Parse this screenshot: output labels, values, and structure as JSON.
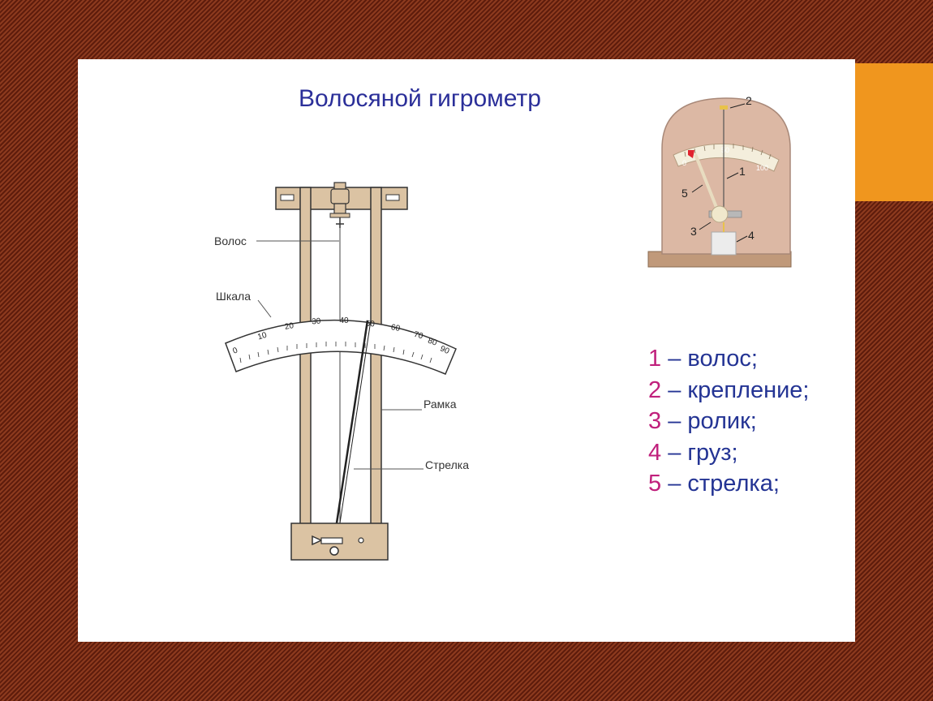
{
  "slide": {
    "title": "Волосяной гигрометр",
    "accent_color": "#f0961e",
    "title_color": "#2b2f99",
    "number_color": "#c0207c"
  },
  "diagram": {
    "labels": {
      "hair": "Волос",
      "scale": "Шкала",
      "frame": "Рамка",
      "pointer": "Стрелка"
    },
    "scale_ticks": [
      "0",
      "10",
      "20",
      "30",
      "40",
      "50",
      "60",
      "70",
      "80",
      "90"
    ]
  },
  "photo": {
    "callouts": [
      "1",
      "2",
      "3",
      "4",
      "5"
    ],
    "dial_ticks": [
      "0",
      "50",
      "100"
    ]
  },
  "legend": [
    {
      "num": "1",
      "text": " – волос;"
    },
    {
      "num": "2",
      "text": " – крепление;"
    },
    {
      "num": "3",
      "text": " – ролик;"
    },
    {
      "num": "4",
      "text": " – груз;"
    },
    {
      "num": "5",
      "text": " – стрелка;"
    }
  ]
}
